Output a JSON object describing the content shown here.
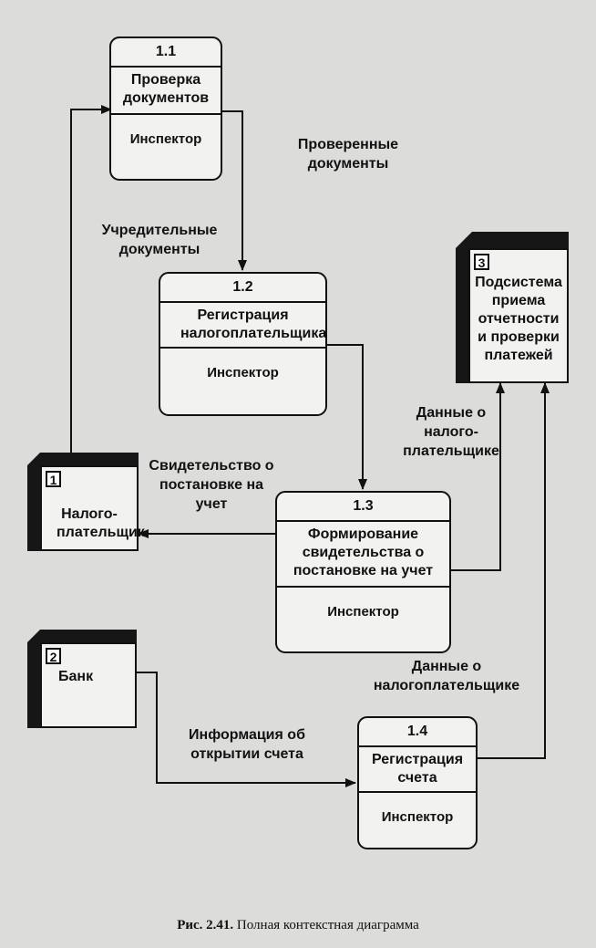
{
  "processes": [
    {
      "id": "1.1",
      "name": "Проверка документов",
      "actor": "Инспектор"
    },
    {
      "id": "1.2",
      "name": "Регистрация налогоплательщика",
      "actor": "Инспектор"
    },
    {
      "id": "1.3",
      "name": "Формирование свидетельства о постановке на учет",
      "actor": "Инспектор"
    },
    {
      "id": "1.4",
      "name": "Регистрация счета",
      "actor": "Инспектор"
    }
  ],
  "externals": [
    {
      "id": "1",
      "name": "Налого-плательщик"
    },
    {
      "id": "2",
      "name": "Банк"
    },
    {
      "id": "3",
      "name": "Подсистема приема отчетности и проверки платежей"
    }
  ],
  "flows": {
    "checked_docs": "Проверенные документы",
    "founding_docs": "Учредительные документы",
    "certificate": "Свидетельство о постановке на учет",
    "taxpayer_data_1": "Данные о налого-плательщике",
    "taxpayer_data_2": "Данные о налогоплательщике",
    "account_info": "Информация об открытии счета"
  },
  "caption": {
    "label": "Рис. 2.41.",
    "text": "Полная контекстная диаграмма"
  }
}
